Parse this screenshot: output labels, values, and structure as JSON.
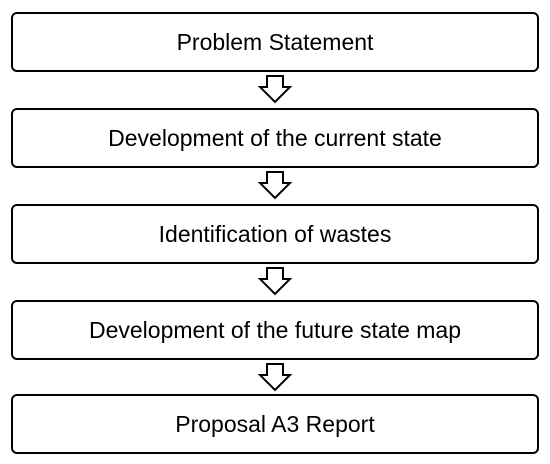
{
  "diagram": {
    "type": "vertical-flowchart",
    "steps": [
      {
        "label": "Problem Statement"
      },
      {
        "label": "Development of the current state"
      },
      {
        "label": "Identification of wastes"
      },
      {
        "label": "Development of the future state map"
      },
      {
        "label": "Proposal A3 Report"
      }
    ],
    "connector_icon": "hollow-down-arrow-icon",
    "colors": {
      "border": "#000000",
      "background": "#ffffff",
      "text": "#000000"
    }
  }
}
